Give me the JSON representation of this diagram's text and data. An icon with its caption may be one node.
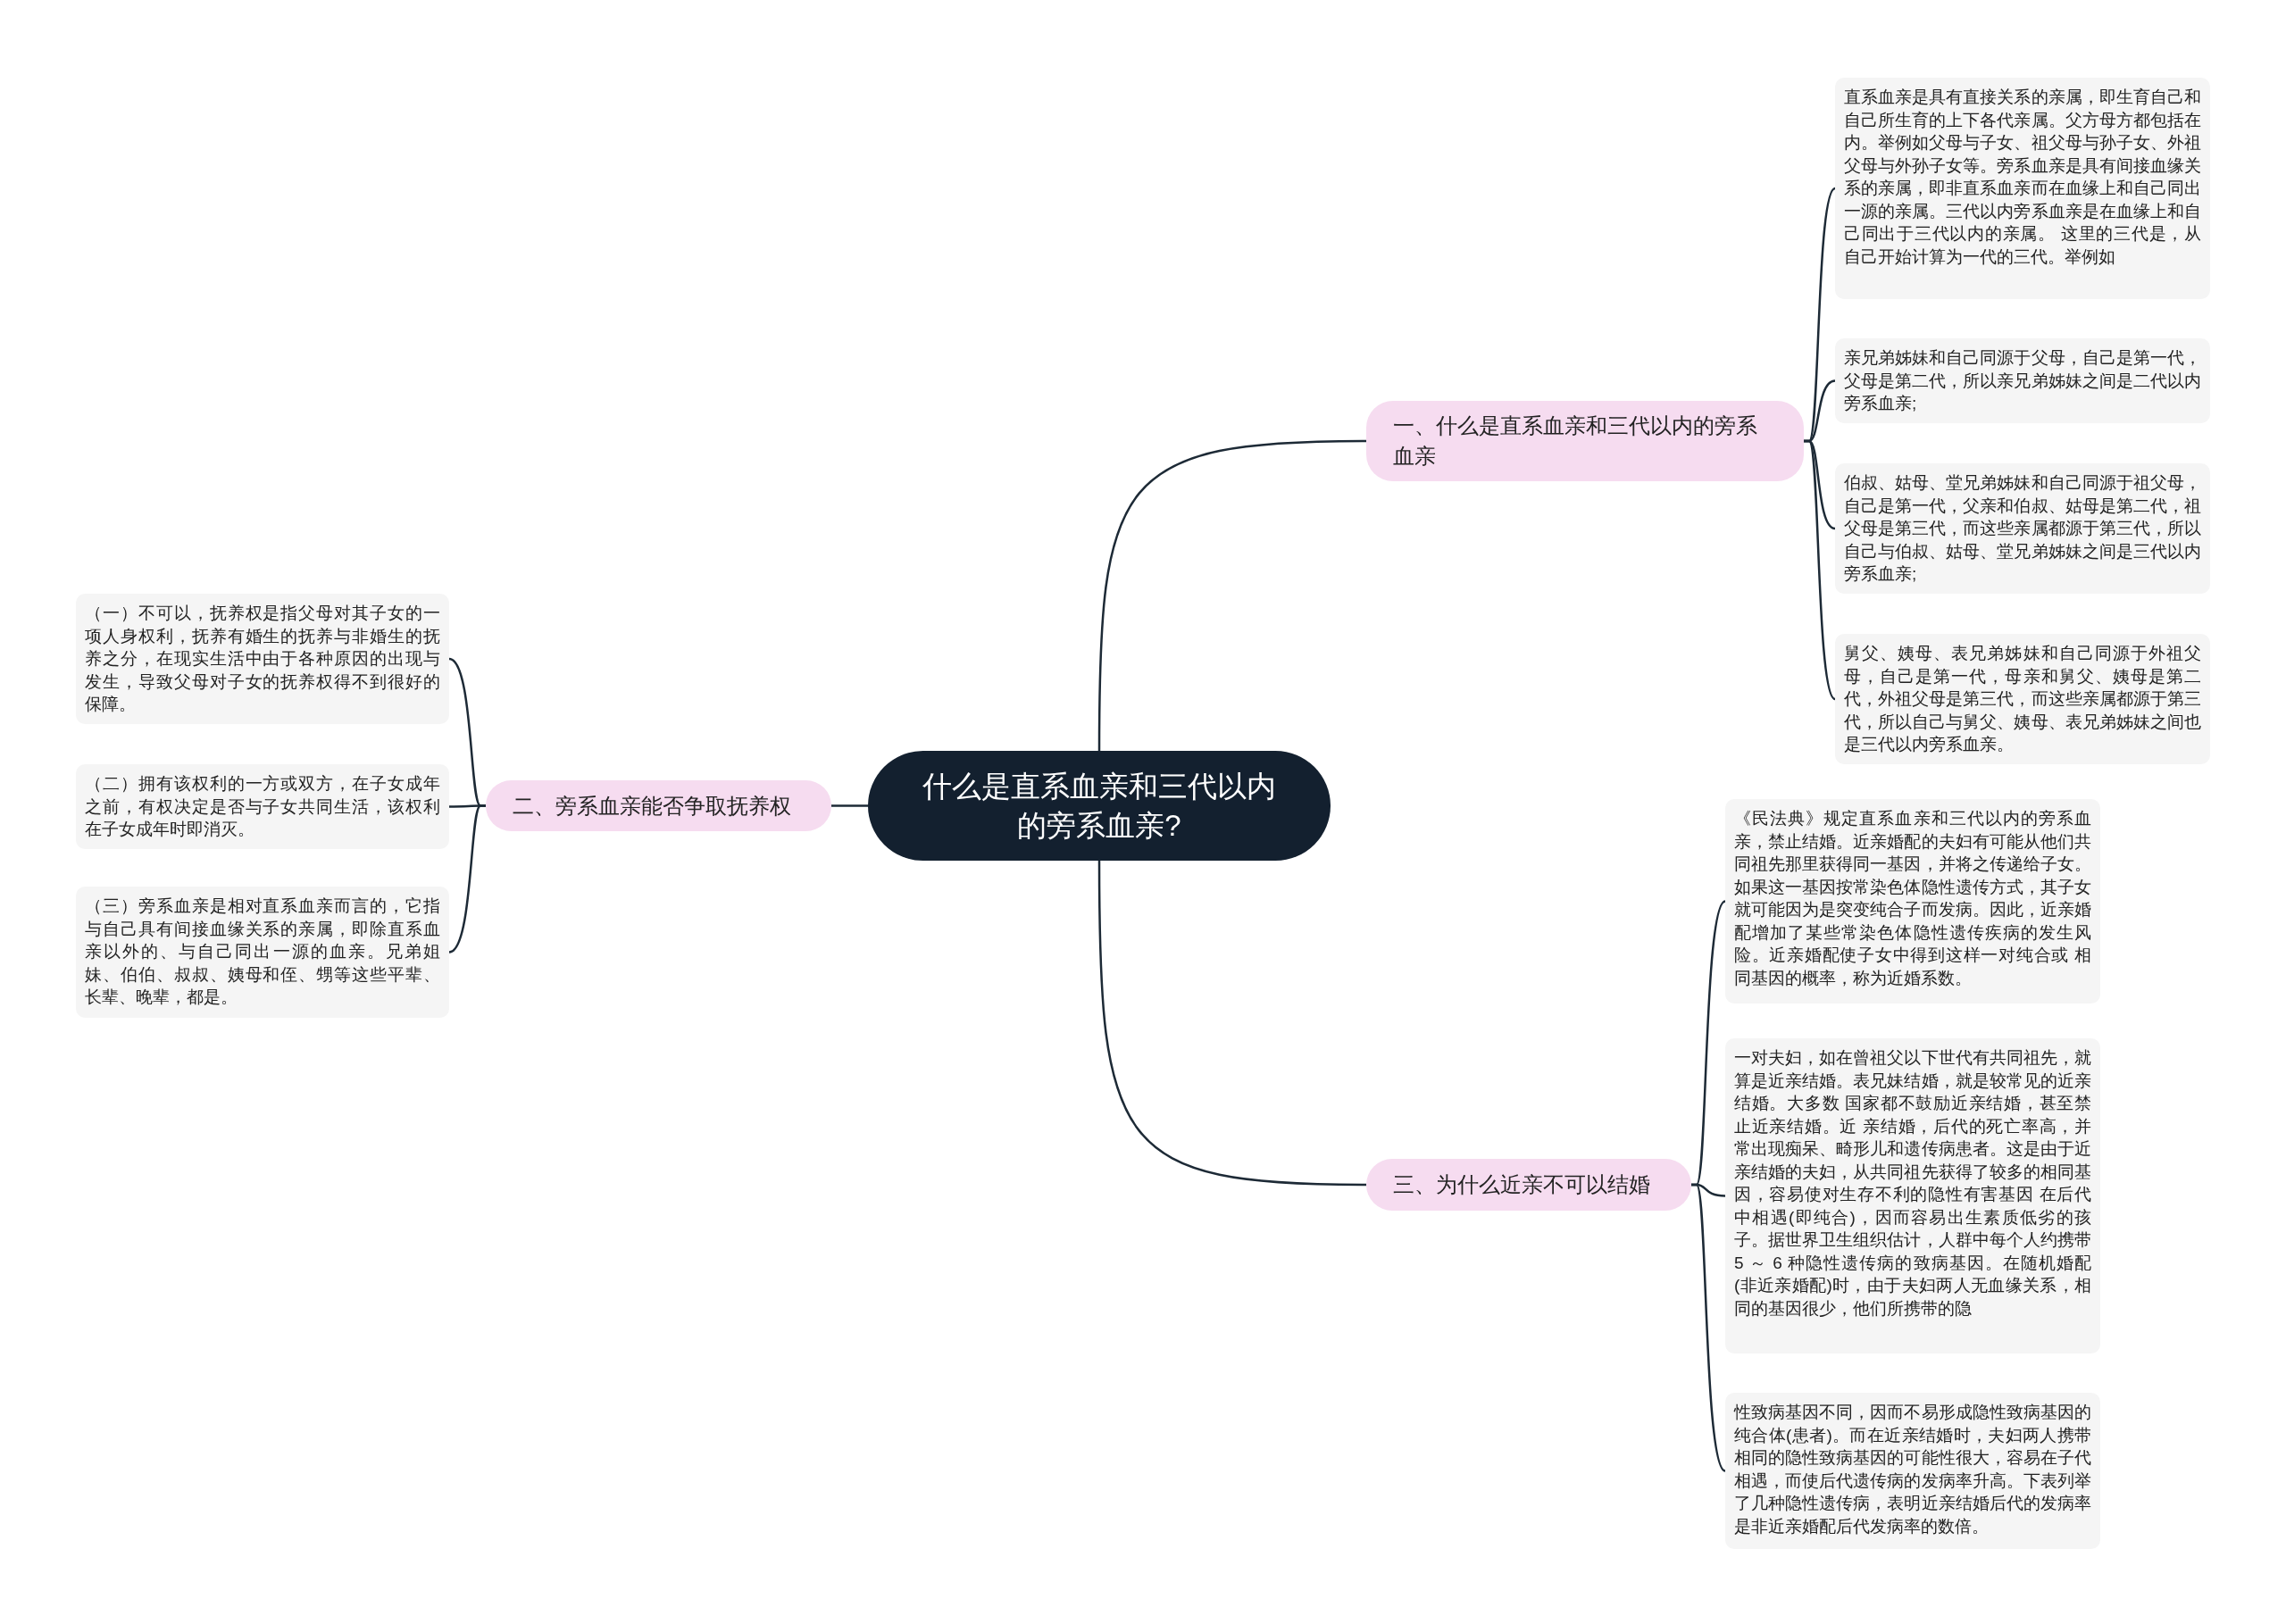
{
  "diagram": {
    "nodes": [
      {
        "text": [
          "什么是直系血亲和三代以内的旁系血亲?"
        ]
      },
      {
        "text": [
          "一、什么是直系血亲和三代以内的旁系血亲"
        ]
      },
      {
        "text": [
          "直系血亲是具有直接关系的亲属，即生育自己和自己所生育的上下各代亲属。父方母方都包括在内。举例如父母与子女、祖父母与孙子女、外祖父母与外孙子女等。旁系血亲是具有间接血缘关系的亲属，即非直系血亲而在血缘上和自己同出一源的亲属。三代以内旁系血亲是在血缘上和自己同出于三代以内的亲属。 这里的三代是，从自己开始计算为一代的三代。举例如"
        ]
      },
      {
        "text": [
          "亲兄弟姊妹和自己同源于父母，自己是第一代，父母是第二代，所以亲兄弟姊妹之间是二代以内旁系血亲;"
        ]
      },
      {
        "text": [
          "伯叔、姑母、堂兄弟姊妹和自己同源于祖父母，自己是第一代，父亲和伯叔、姑母是第二代，祖父母是第三代，而这些亲属都源于第三代，所以自己与伯叔、姑母、堂兄弟姊妹之间是三代以内旁系血亲;"
        ]
      },
      {
        "text": [
          "舅父、姨母、表兄弟姊妹和自己同源于外祖父母，自己是第一代，母亲和舅父、姨母是第二代，外祖父母是第三代，而这些亲属都源于第三代，所以自己与舅父、姨母、表兄弟姊妹之间也是三代以内旁系血亲。"
        ]
      },
      {
        "text": [
          "二、旁系血亲能否争取抚养权"
        ]
      },
      {
        "text": [
          "（一）不可以，抚养权是指父母对其子女的一项人身权利，抚养有婚生的抚养与非婚生的抚养之分，在现实生活中由于各种原因的出现与发生，导致父母对子女的抚养权得不到很好的保障。"
        ]
      },
      {
        "text": [
          "（二）拥有该权利的一方或双方，在子女成年之前，有权决定是否与子女共同生活，该权利在子女成年时即消灭。"
        ]
      },
      {
        "text": [
          "（三）旁系血亲是相对直系血亲而言的，它指与自己具有间接血缘关系的亲属，即除直系血亲以外的、与自己同出一源的血亲。兄弟姐妹、伯伯、叔叔、姨母和侄、甥等这些平辈、长辈、晚辈，都是。"
        ]
      },
      {
        "text": [
          "三、为什么近亲不可以结婚"
        ]
      },
      {
        "text": [
          "《民法典》规定直系血亲和三代以内的旁系血亲，禁止结婚。近亲婚配的夫妇有可能从他们共同祖先那里获得同一基因，并将之传递给子女。如果这一基因按常染色体隐性遗传方式，其子女就可能因为是突变纯合子而发病。因此，近亲婚配增加了某些常染色体隐性遗传疾病的发生风险。近亲婚配使子女中得到这样一对纯合或 相同基因的概率，称为近婚系数。"
        ]
      },
      {
        "text": [
          "一对夫妇，如在曾祖父以下世代有共同祖先，就算是近亲结婚。表兄妹结婚，就是较常见的近亲结婚。大多数 国家都不鼓励近亲结婚，甚至禁止近亲结婚。近 亲结婚，后代的死亡率高，并常出现痴呆、畸形儿和遗传病患者。这是由于近亲结婚的夫妇，从共同祖先获得了较多的相同基因，容易使对生存不利的隐性有害基因 在后代中相遇(即纯合)，因而容易出生素质低劣的孩子。据世界卫生组织估计，人群中每个人约携带 5 ～ 6 种隐性遗传病的致病基因。在随机婚配(非近亲婚配)时，由于夫妇两人无血缘关系，相同的基因很少，他们所携带的隐"
        ]
      },
      {
        "text": [
          "性致病基因不同，因而不易形成隐性致病基因的纯合体(患者)。而在近亲结婚时，夫妇两人携带相同的隐性致病基因的可能性很大，容易在子代相遇，而使后代遗传病的发病率升高。下表列举了几种隐性遗传病，表明近亲结婚后代的发病率是非近亲婚配后代发病率的数倍。"
        ]
      }
    ],
    "edges": [
      {
        "from": 0,
        "to": 1,
        "arrow": "none"
      },
      {
        "from": 1,
        "to": 2,
        "arrow": "none"
      },
      {
        "from": 1,
        "to": 3,
        "arrow": "none"
      },
      {
        "from": 1,
        "to": 4,
        "arrow": "none"
      },
      {
        "from": 1,
        "to": 5,
        "arrow": "none"
      },
      {
        "from": 0,
        "to": 6,
        "arrow": "none"
      },
      {
        "from": 6,
        "to": 7,
        "arrow": "none"
      },
      {
        "from": 6,
        "to": 8,
        "arrow": "none"
      },
      {
        "from": 6,
        "to": 9,
        "arrow": "none"
      },
      {
        "from": 0,
        "to": 10,
        "arrow": "none"
      },
      {
        "from": 10,
        "to": 11,
        "arrow": "none"
      },
      {
        "from": 10,
        "to": 12,
        "arrow": "none"
      },
      {
        "from": 10,
        "to": 13,
        "arrow": "none"
      }
    ]
  }
}
